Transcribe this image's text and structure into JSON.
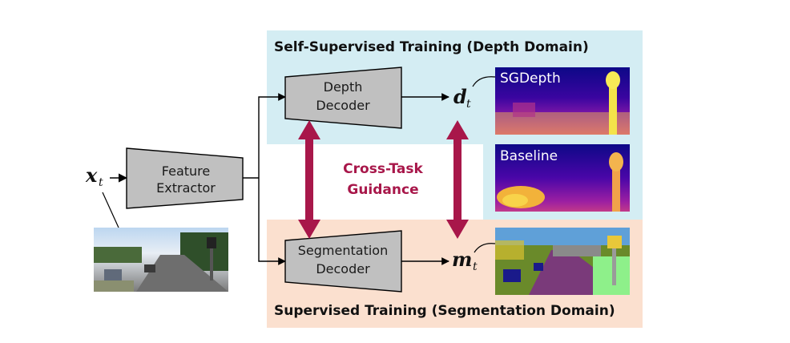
{
  "colors": {
    "depth_bg": "#d4edf3",
    "seg_bg": "#fbe0cf",
    "block_fill": "#c0c0c0",
    "guidance": "#a8174a"
  },
  "panels": {
    "depth_title": "Self-Supervised Training (Depth Domain)",
    "seg_title": "Supervised Training (Segmentation Domain)"
  },
  "blocks": {
    "feature_line1": "Feature",
    "feature_line2": "Extractor",
    "depth_line1": "Depth",
    "depth_line2": "Decoder",
    "seg_line1": "Segmentation",
    "seg_line2": "Decoder"
  },
  "math": {
    "input_var": "x",
    "input_sub": "t",
    "depth_var": "d",
    "depth_sub": "t",
    "seg_var": "m",
    "seg_sub": "t"
  },
  "guidance": {
    "line1": "Cross-Task",
    "line2": "Guidance"
  },
  "images": {
    "sgdepth_label": "SGDepth",
    "baseline_label": "Baseline"
  }
}
